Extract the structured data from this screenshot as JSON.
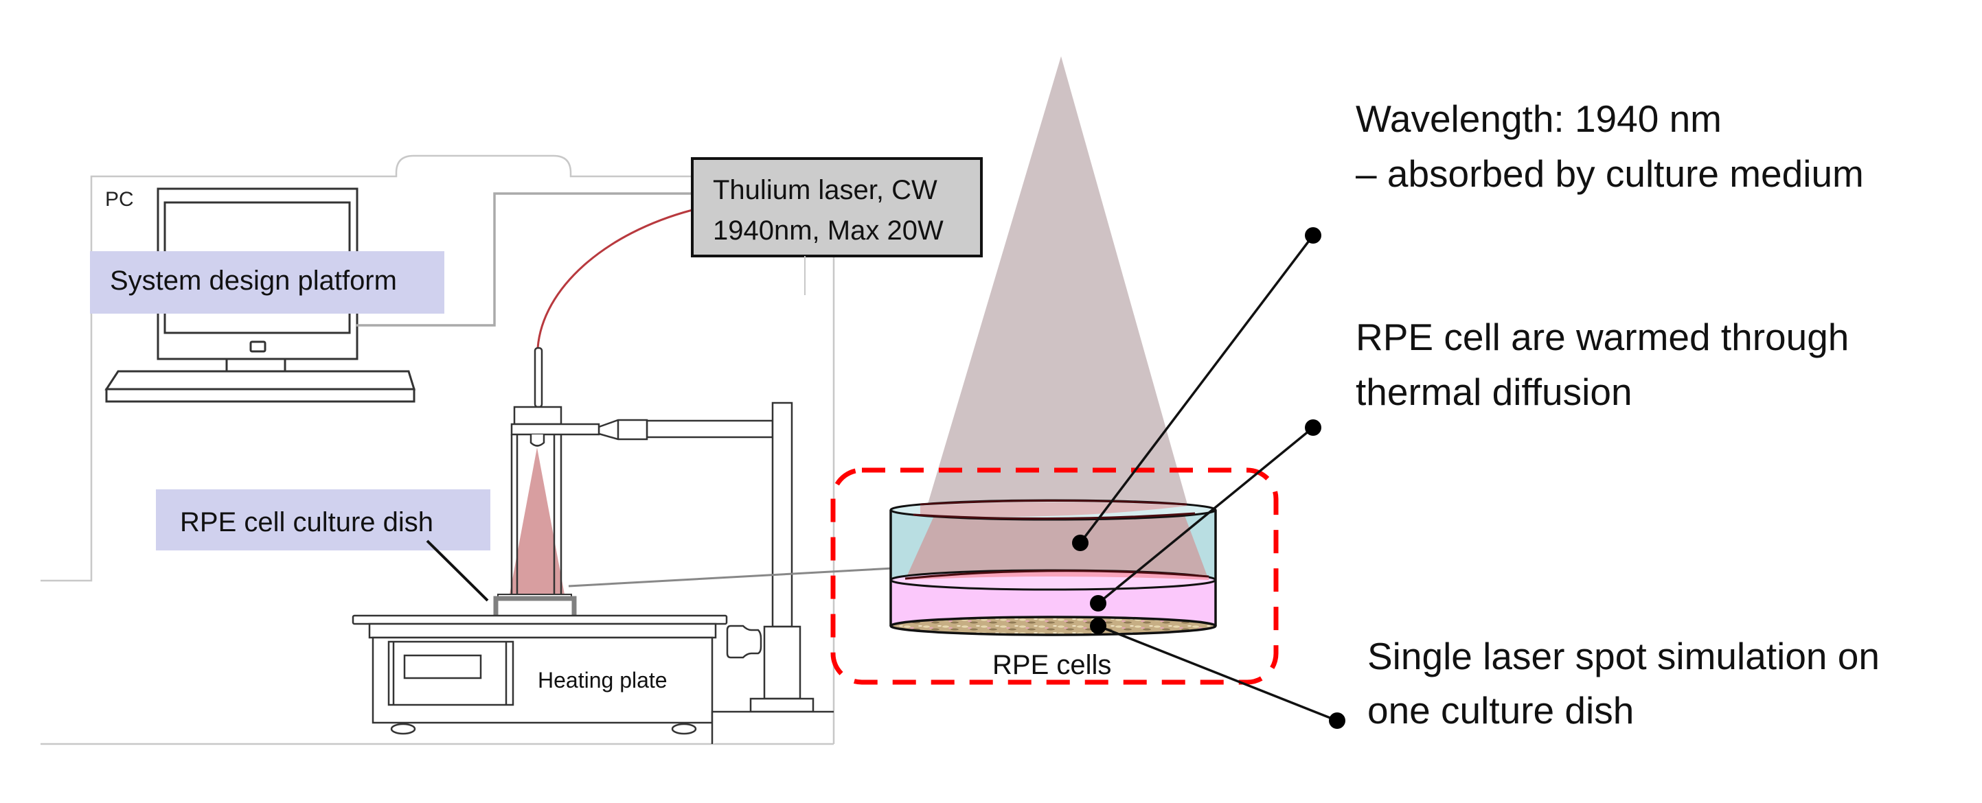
{
  "figure": {
    "left_panel": {
      "pc_label": "PC",
      "system_label": "System design platform",
      "laser_box": {
        "line1": "Thulium laser, CW",
        "line2": "1940nm, Max 20W"
      },
      "dish_label": "RPE cell culture dish",
      "heating_plate_label": "Heating plate"
    },
    "right_panel": {
      "cells_label": "RPE cells",
      "annotations": [
        {
          "lines": [
            "Wavelength: 1940 nm",
            "– absorbed by culture medium"
          ],
          "target": "culture medium"
        },
        {
          "lines": [
            "RPE cell are warmed through",
            "thermal diffusion"
          ],
          "target": "medium-cell interface"
        },
        {
          "lines": [
            "Single laser spot simulation on",
            "one culture dish"
          ],
          "target": "RPE cell layer"
        }
      ]
    },
    "colors": {
      "label_bg": "#d0d1ee",
      "laser_box_bg": "#cccccc",
      "fiber": "#b8393e",
      "beam_small": "#d49396",
      "beam_large": "#cfc2c4",
      "highlight_box": "#ff0000",
      "dish_wall": "#b9dee2",
      "medium": "#fbc8fb",
      "cells": "#c6ae84"
    }
  }
}
